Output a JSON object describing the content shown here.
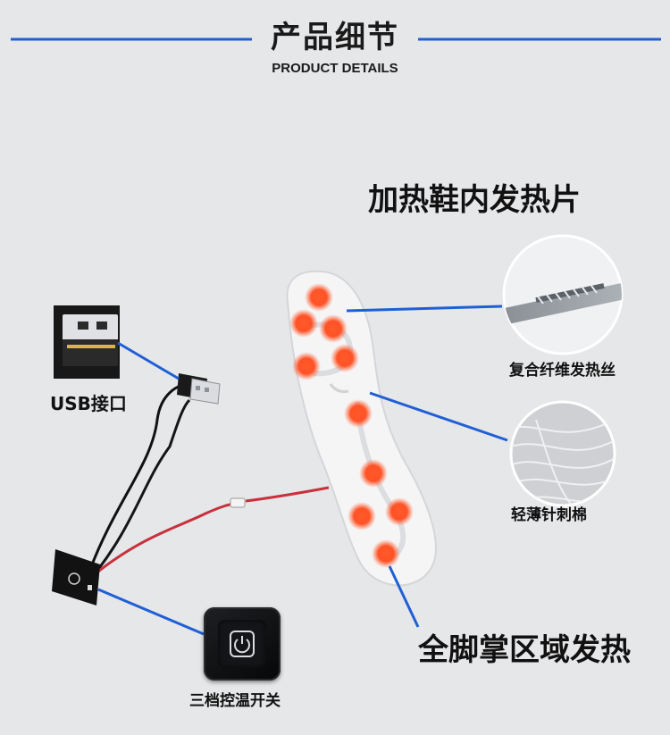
{
  "header": {
    "title": "产品细节",
    "subtitle": "PRODUCT DETAILS"
  },
  "labels": {
    "heating_film": "加热鞋内发热片",
    "usb": "USB接口",
    "fiber_wire": "复合纤维发热丝",
    "cotton": "轻薄针刺棉",
    "full_sole": "全脚掌区域发热",
    "switch": "三档控温开关"
  },
  "colors": {
    "background": "#e6e7e9",
    "accent_blue": "#1f5fd6",
    "heat_dot": "#ff4a1c",
    "text": "#111111"
  },
  "icons": [
    "power-icon"
  ]
}
